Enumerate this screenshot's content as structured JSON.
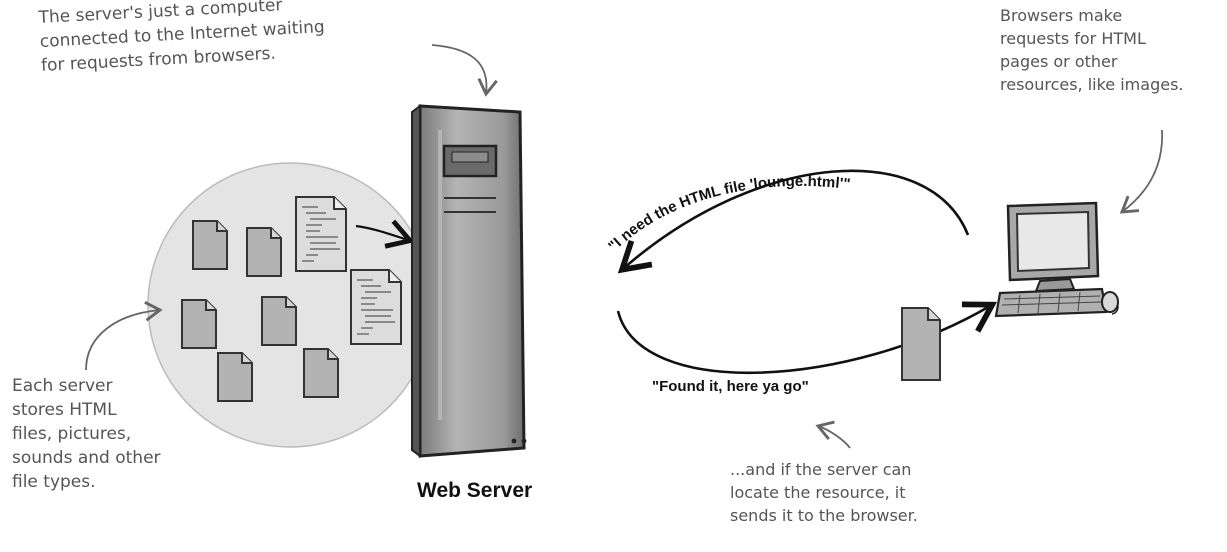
{
  "notes": {
    "server_note": "The server's just a computer\nconnected to the Internet waiting\nfor requests from browsers.",
    "browser_note": "Browsers make\nrequests for HTML\npages or other\nresources, like images.",
    "storage_note": "Each server\nstores HTML\nfiles, pictures,\nsounds and other\nfile types.",
    "locate_note": "...and if the server can\nlocate the resource, it\nsends it to the browser."
  },
  "request_text": "\"I need the HTML file 'lounge.html'\"",
  "response_text": "\"Found it, here ya go\"",
  "server_label": "Web Server",
  "colors": {
    "ink": "#111111",
    "note_gray": "#555555",
    "circle_fill": "#e3e3e3",
    "server_body": "#a9a9a9",
    "file_fill": "#b5b5b5"
  }
}
